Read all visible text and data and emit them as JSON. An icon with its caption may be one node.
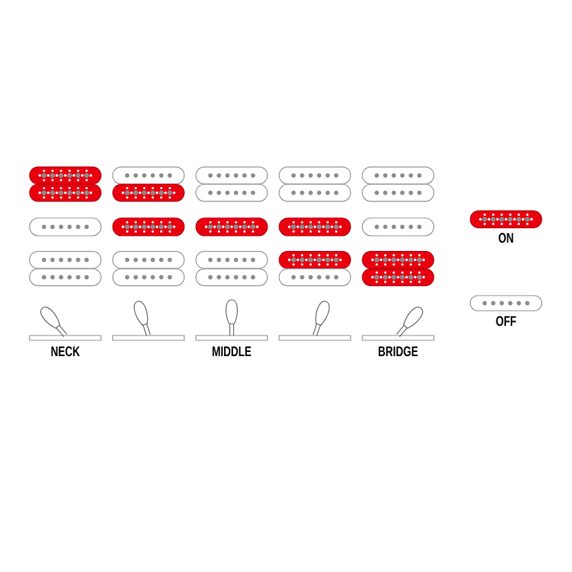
{
  "diagram": {
    "labels": [
      "NECK",
      "MIDDLE",
      "BRIDGE"
    ],
    "legend": [
      {
        "text": "ON",
        "color": "#e8000f"
      },
      {
        "text": "OFF"
      }
    ]
  }
}
